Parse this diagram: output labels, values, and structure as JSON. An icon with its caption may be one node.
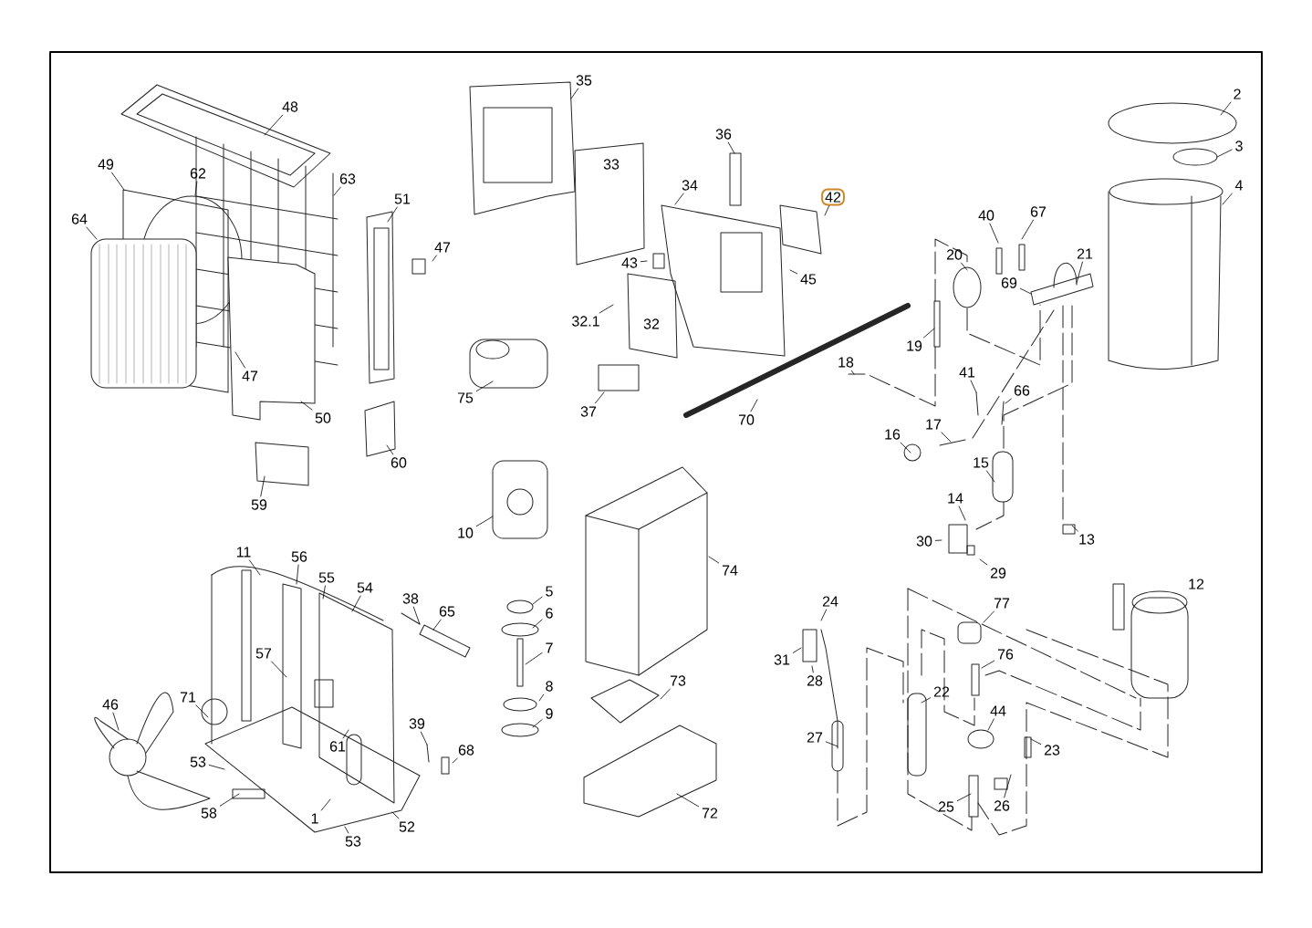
{
  "diagram": {
    "nodes": [
      {
        "text": [
          "48"
        ]
      },
      {
        "text": [
          "49"
        ]
      },
      {
        "text": [
          "62"
        ]
      },
      {
        "text": [
          "63"
        ]
      },
      {
        "text": [
          "64"
        ]
      },
      {
        "text": [
          "51"
        ]
      },
      {
        "text": [
          "47"
        ]
      },
      {
        "text": [
          "47"
        ]
      },
      {
        "text": [
          "50"
        ]
      },
      {
        "text": [
          "60"
        ]
      },
      {
        "text": [
          "59"
        ]
      },
      {
        "text": [
          "35"
        ]
      },
      {
        "text": [
          "34"
        ]
      },
      {
        "text": [
          "36"
        ]
      },
      {
        "text": [
          "42"
        ]
      },
      {
        "text": [
          "43"
        ]
      },
      {
        "text": [
          "45"
        ]
      },
      {
        "text": [
          "32.1"
        ]
      },
      {
        "text": [
          "75"
        ]
      },
      {
        "text": [
          "37"
        ]
      },
      {
        "text": [
          "70"
        ]
      },
      {
        "text": [
          "18"
        ]
      },
      {
        "text": [
          "19"
        ]
      },
      {
        "text": [
          "20"
        ]
      },
      {
        "text": [
          "40"
        ]
      },
      {
        "text": [
          "67"
        ]
      },
      {
        "text": [
          "21"
        ]
      },
      {
        "text": [
          "69"
        ]
      },
      {
        "text": [
          "41"
        ]
      },
      {
        "text": [
          "66"
        ]
      },
      {
        "text": [
          "16"
        ]
      },
      {
        "text": [
          "17"
        ]
      },
      {
        "text": [
          "15"
        ]
      },
      {
        "text": [
          "14"
        ]
      },
      {
        "text": [
          "30"
        ]
      },
      {
        "text": [
          "29"
        ]
      },
      {
        "text": [
          "13"
        ]
      },
      {
        "text": [
          "2"
        ]
      },
      {
        "text": [
          "3"
        ]
      },
      {
        "text": [
          "4"
        ]
      },
      {
        "text": [
          "10"
        ]
      },
      {
        "text": [
          "11"
        ]
      },
      {
        "text": [
          "56"
        ]
      },
      {
        "text": [
          "55"
        ]
      },
      {
        "text": [
          "54"
        ]
      },
      {
        "text": [
          "57"
        ]
      },
      {
        "text": [
          "46"
        ]
      },
      {
        "text": [
          "71"
        ]
      },
      {
        "text": [
          "38"
        ]
      },
      {
        "text": [
          "65"
        ]
      },
      {
        "text": [
          "5"
        ]
      },
      {
        "text": [
          "6"
        ]
      },
      {
        "text": [
          "7"
        ]
      },
      {
        "text": [
          "8"
        ]
      },
      {
        "text": [
          "9"
        ]
      },
      {
        "text": [
          "74"
        ]
      },
      {
        "text": [
          "73"
        ]
      },
      {
        "text": [
          "72"
        ]
      },
      {
        "text": [
          "39"
        ]
      },
      {
        "text": [
          "68"
        ]
      },
      {
        "text": [
          "61"
        ]
      },
      {
        "text": [
          "53"
        ]
      },
      {
        "text": [
          "58"
        ]
      },
      {
        "text": [
          "1"
        ]
      },
      {
        "text": [
          "53"
        ]
      },
      {
        "text": [
          "52"
        ]
      },
      {
        "text": [
          "24"
        ]
      },
      {
        "text": [
          "31"
        ]
      },
      {
        "text": [
          "28"
        ]
      },
      {
        "text": [
          "27"
        ]
      },
      {
        "text": [
          "22"
        ]
      },
      {
        "text": [
          "77"
        ]
      },
      {
        "text": [
          "76"
        ]
      },
      {
        "text": [
          "44"
        ]
      },
      {
        "text": [
          "23"
        ]
      },
      {
        "text": [
          "25"
        ]
      },
      {
        "text": [
          "26"
        ]
      },
      {
        "text": [
          "12"
        ]
      }
    ],
    "edges": [
      {
        "from": 0,
        "to": null,
        "arrow": "none"
      },
      {
        "from": 1,
        "to": null,
        "arrow": "none"
      },
      {
        "from": 2,
        "to": null,
        "arrow": "none"
      },
      {
        "from": 3,
        "to": null,
        "arrow": "none"
      },
      {
        "from": 4,
        "to": null,
        "arrow": "none"
      },
      {
        "from": 5,
        "to": null,
        "arrow": "none"
      },
      {
        "from": 6,
        "to": null,
        "arrow": "none"
      },
      {
        "from": 7,
        "to": null,
        "arrow": "none"
      },
      {
        "from": 8,
        "to": null,
        "arrow": "none"
      },
      {
        "from": 9,
        "to": null,
        "arrow": "none"
      },
      {
        "from": 10,
        "to": null,
        "arrow": "none"
      },
      {
        "from": 11,
        "to": null,
        "arrow": "none"
      },
      {
        "from": 12,
        "to": null,
        "arrow": "none"
      },
      {
        "from": 13,
        "to": null,
        "arrow": "none"
      },
      {
        "from": 14,
        "to": null,
        "arrow": "none"
      },
      {
        "from": 15,
        "to": null,
        "arrow": "none"
      },
      {
        "from": 16,
        "to": null,
        "arrow": "none"
      },
      {
        "from": 17,
        "to": null,
        "arrow": "none"
      },
      {
        "from": 18,
        "to": null,
        "arrow": "none"
      },
      {
        "from": 19,
        "to": null,
        "arrow": "none"
      },
      {
        "from": 20,
        "to": null,
        "arrow": "none"
      },
      {
        "from": 21,
        "to": null,
        "arrow": "none"
      },
      {
        "from": 22,
        "to": null,
        "arrow": "none"
      },
      {
        "from": 23,
        "to": null,
        "arrow": "none"
      },
      {
        "from": 24,
        "to": null,
        "arrow": "none"
      },
      {
        "from": 25,
        "to": null,
        "arrow": "none"
      },
      {
        "from": 26,
        "to": null,
        "arrow": "none"
      },
      {
        "from": 27,
        "to": null,
        "arrow": "none"
      },
      {
        "from": 28,
        "to": null,
        "arrow": "none"
      },
      {
        "from": 29,
        "to": null,
        "arrow": "none"
      },
      {
        "from": 30,
        "to": null,
        "arrow": "none"
      },
      {
        "from": 31,
        "to": null,
        "arrow": "none"
      },
      {
        "from": 32,
        "to": null,
        "arrow": "none"
      },
      {
        "from": 33,
        "to": null,
        "arrow": "none"
      },
      {
        "from": 34,
        "to": null,
        "arrow": "none"
      },
      {
        "from": 35,
        "to": null,
        "arrow": "none"
      },
      {
        "from": 36,
        "to": null,
        "arrow": "none"
      },
      {
        "from": 37,
        "to": null,
        "arrow": "none"
      },
      {
        "from": 38,
        "to": null,
        "arrow": "none"
      },
      {
        "from": 39,
        "to": null,
        "arrow": "none"
      },
      {
        "from": 40,
        "to": null,
        "arrow": "none"
      },
      {
        "from": 41,
        "to": null,
        "arrow": "none"
      },
      {
        "from": 42,
        "to": null,
        "arrow": "none"
      },
      {
        "from": 43,
        "to": null,
        "arrow": "none"
      },
      {
        "from": 44,
        "to": null,
        "arrow": "none"
      },
      {
        "from": 45,
        "to": null,
        "arrow": "none"
      },
      {
        "from": 46,
        "to": null,
        "arrow": "none"
      },
      {
        "from": 47,
        "to": null,
        "arrow": "none"
      },
      {
        "from": 48,
        "to": null,
        "arrow": "none"
      },
      {
        "from": 49,
        "to": null,
        "arrow": "none"
      },
      {
        "from": 50,
        "to": null,
        "arrow": "none"
      },
      {
        "from": 51,
        "to": null,
        "arrow": "none"
      },
      {
        "from": 52,
        "to": null,
        "arrow": "none"
      },
      {
        "from": 53,
        "to": null,
        "arrow": "none"
      },
      {
        "from": 54,
        "to": null,
        "arrow": "none"
      },
      {
        "from": 55,
        "to": null,
        "arrow": "none"
      },
      {
        "from": 56,
        "to": null,
        "arrow": "none"
      },
      {
        "from": 57,
        "to": null,
        "arrow": "none"
      },
      {
        "from": 58,
        "to": null,
        "arrow": "none"
      },
      {
        "from": 59,
        "to": null,
        "arrow": "none"
      },
      {
        "from": 60,
        "to": null,
        "arrow": "none"
      },
      {
        "from": 61,
        "to": null,
        "arrow": "none"
      },
      {
        "from": 62,
        "to": null,
        "arrow": "none"
      },
      {
        "from": 63,
        "to": null,
        "arrow": "none"
      },
      {
        "from": 64,
        "to": null,
        "arrow": "none"
      },
      {
        "from": 65,
        "to": null,
        "arrow": "none"
      },
      {
        "from": 66,
        "to": null,
        "arrow": "none"
      },
      {
        "from": 67,
        "to": null,
        "arrow": "none"
      },
      {
        "from": 68,
        "to": null,
        "arrow": "none"
      },
      {
        "from": 69,
        "to": null,
        "arrow": "none"
      },
      {
        "from": 70,
        "to": null,
        "arrow": "none"
      },
      {
        "from": 71,
        "to": null,
        "arrow": "none"
      },
      {
        "from": 72,
        "to": null,
        "arrow": "none"
      },
      {
        "from": 73,
        "to": null,
        "arrow": "none"
      },
      {
        "from": 74,
        "to": null,
        "arrow": "none"
      },
      {
        "from": 75,
        "to": null,
        "arrow": "none"
      },
      {
        "from": 76,
        "to": null,
        "arrow": "none"
      }
    ],
    "labels": [
      "33",
      "32"
    ]
  }
}
